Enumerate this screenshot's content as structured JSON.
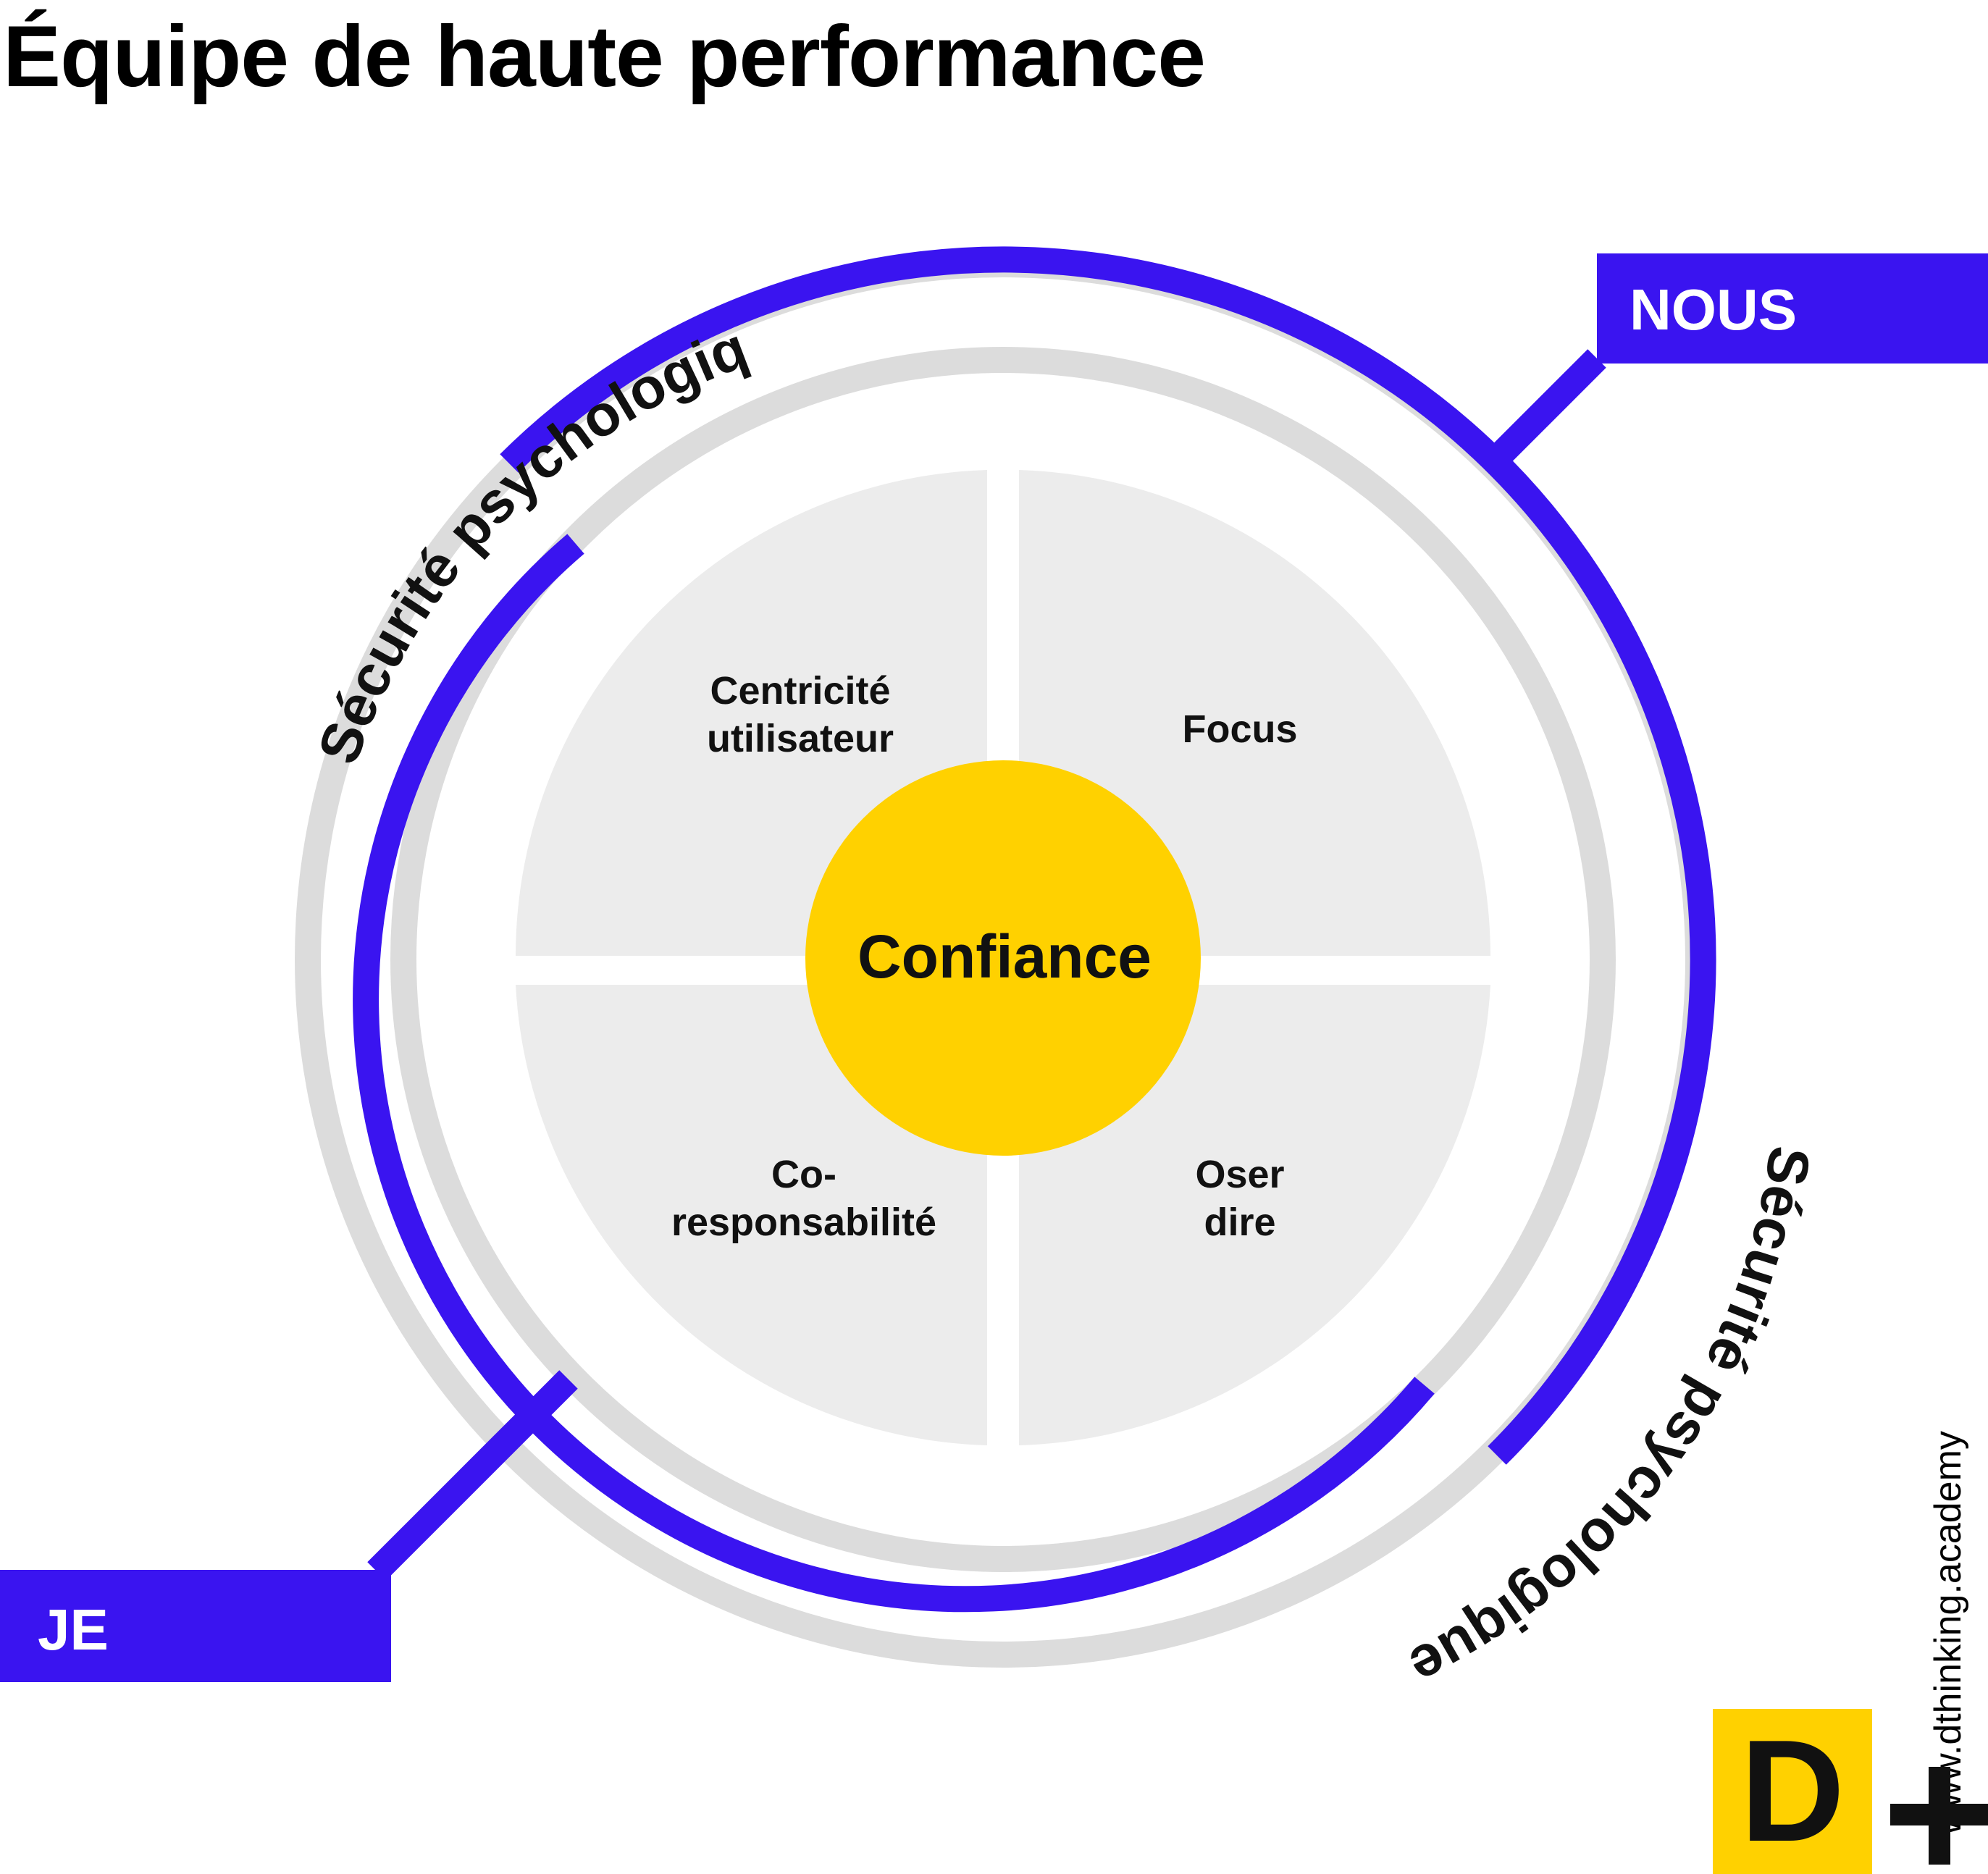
{
  "title": "Équipe de haute performance",
  "center": {
    "label": "Confiance"
  },
  "quadrants": {
    "top_left": [
      "Centricité",
      "utilisateur"
    ],
    "top_right": [
      "Focus"
    ],
    "bottom_left": [
      "Co-",
      "responsabilité"
    ],
    "bottom_right": [
      "Oser",
      "dire"
    ]
  },
  "arc_labels": {
    "upper": "Sécurité psychologique",
    "lower": "Sécurité psychologique"
  },
  "tags": {
    "nous": "NOUS",
    "je": "JE"
  },
  "footer": {
    "url": "www.dthinking.academy",
    "logo_letter": "D"
  },
  "colors": {
    "accent_blue": "#3a14f0",
    "ring_gray": "#dcdcdc",
    "quadrant_gray": "#ececec",
    "center_yellow": "#ffd100",
    "text": "#111111"
  }
}
